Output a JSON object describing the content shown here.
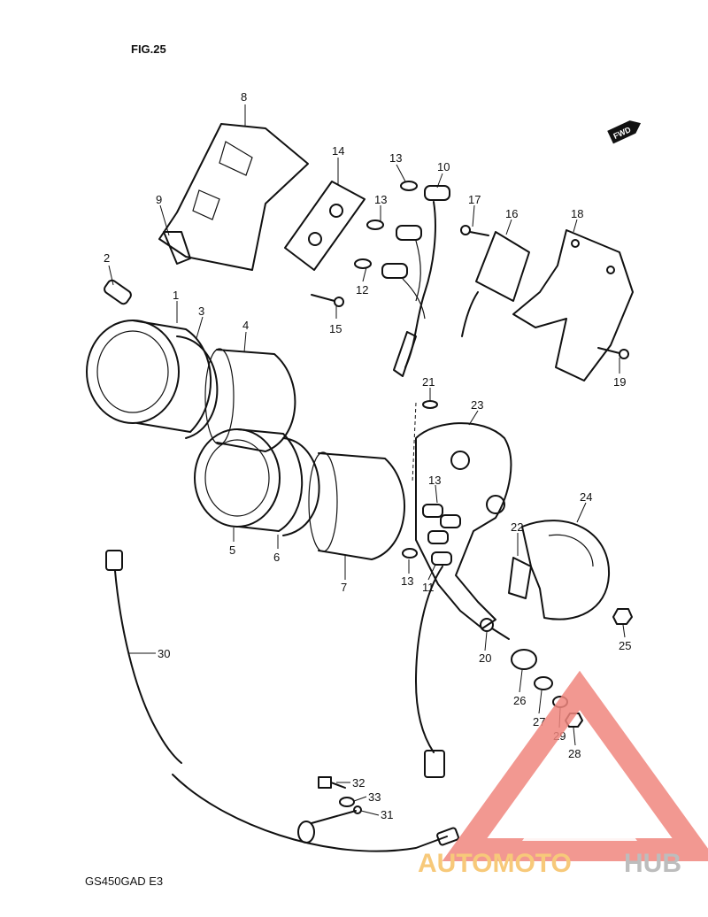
{
  "figure": {
    "title": "FIG.25",
    "model": "GS450GAD E3",
    "fwd_tag": "FWD"
  },
  "watermark": {
    "text_part1": "AUTOMOTO",
    "text_part2": "HUB",
    "color_triangle": "#f0867e",
    "color_text1": "#f7c97a",
    "color_text2": "#bdbdbd"
  },
  "parts": [
    {
      "no": "1"
    },
    {
      "no": "2"
    },
    {
      "no": "3"
    },
    {
      "no": "4"
    },
    {
      "no": "5"
    },
    {
      "no": "6"
    },
    {
      "no": "7"
    },
    {
      "no": "8"
    },
    {
      "no": "9"
    },
    {
      "no": "10"
    },
    {
      "no": "11"
    },
    {
      "no": "12"
    },
    {
      "no": "13"
    },
    {
      "no": "13"
    },
    {
      "no": "13"
    },
    {
      "no": "13"
    },
    {
      "no": "14"
    },
    {
      "no": "15"
    },
    {
      "no": "16"
    },
    {
      "no": "17"
    },
    {
      "no": "18"
    },
    {
      "no": "19"
    },
    {
      "no": "20"
    },
    {
      "no": "21"
    },
    {
      "no": "22"
    },
    {
      "no": "23"
    },
    {
      "no": "24"
    },
    {
      "no": "25"
    },
    {
      "no": "26"
    },
    {
      "no": "27"
    },
    {
      "no": "28"
    },
    {
      "no": "29"
    },
    {
      "no": "30"
    },
    {
      "no": "31"
    },
    {
      "no": "32"
    },
    {
      "no": "33"
    }
  ]
}
